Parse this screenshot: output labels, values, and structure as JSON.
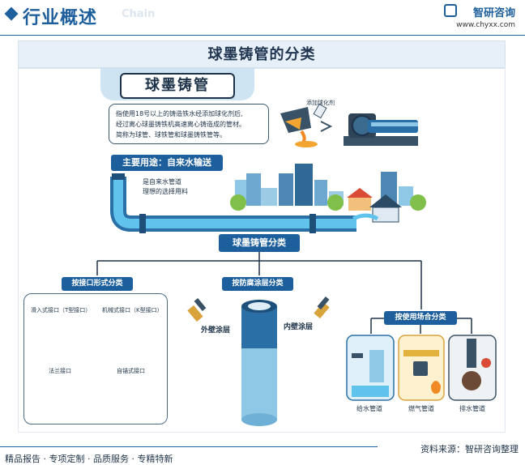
{
  "header": {
    "section_title": "行业概述",
    "watermark_text": "Chain",
    "brand_name": "智研咨询",
    "brand_url": "www.chyxx.com"
  },
  "banner_title": "球墨铸管的分类",
  "main": {
    "product_title": "球墨铸管",
    "description_lines": [
      "指使用18号以上的铸造铁水经添加球化剂后,",
      "经过离心球墨铸铁机高速离心铸造成的管材。",
      "简称为球管、球铁管和球墨铸铁管等。"
    ],
    "nodulizer_label": "添加球化剂",
    "usage_label": "主要用途：自来水输送",
    "usage_desc_lines": [
      "是自来水管道",
      "理想的选择用料"
    ]
  },
  "classification": {
    "root_label": "球墨铸管分类",
    "by_interface": {
      "label": "按接口形式分类",
      "items": [
        "滑入式接口（T型接口）",
        "机械式接口（K型接口）",
        "法兰接口",
        "自锚式接口"
      ]
    },
    "by_coating": {
      "label": "按防腐涂层分类",
      "items": [
        "外壁涂层",
        "内壁涂层"
      ]
    },
    "by_scene": {
      "label": "按使用场合分类",
      "items": [
        "给水管道",
        "燃气管道",
        "排水管道"
      ]
    }
  },
  "footer": {
    "left": "精品报告 · 专项定制 · 品质服务 · 专精特新",
    "right": "资料来源：智研咨询整理"
  },
  "colors": {
    "primary": "#1d5f9c",
    "pipe": "#2a6fa6",
    "pipe_light": "#8fc8e6",
    "water": "#5fc3ec"
  }
}
